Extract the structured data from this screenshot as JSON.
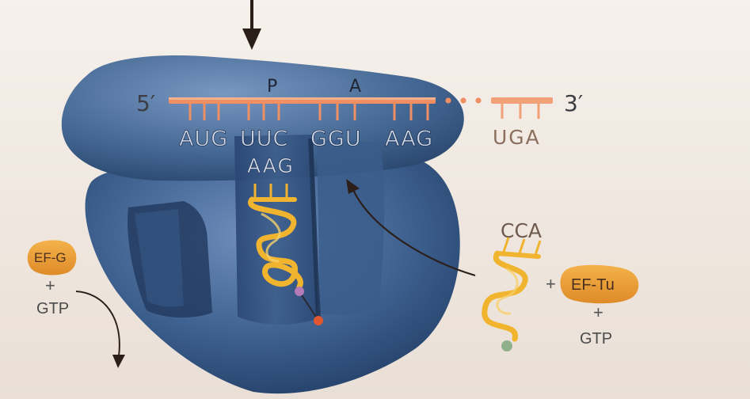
{
  "mrna": {
    "five_prime": "5′",
    "three_prime": "3′",
    "site_p": "P",
    "site_a": "A",
    "codon_1": "AUG",
    "codon_2": "UUC",
    "codon_3": "GGU",
    "codon_4": "AAG",
    "stop_codon": "UGA"
  },
  "trna_bound": {
    "anticodon": "AAG"
  },
  "trna_incoming": {
    "end": "CCA"
  },
  "ef_tu_complex": {
    "plus_1": "+",
    "factor": "EF-Tu",
    "plus_2": "+",
    "nucleotide": "GTP"
  },
  "ef_g_complex": {
    "factor": "EF-G",
    "plus": "+",
    "nucleotide": "GTP"
  },
  "colors": {
    "ribosome": "#4a6c9b",
    "mrna": "#ef8f63",
    "trna": "#f0b42e",
    "factor": "#ea9a2f"
  }
}
